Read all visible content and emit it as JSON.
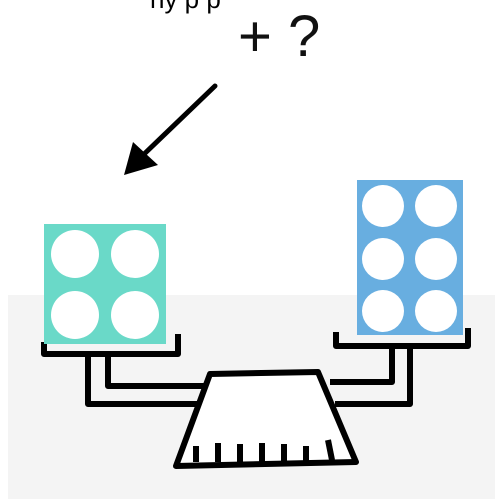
{
  "caption_fragment": "ny     p     p",
  "question_label": "+ ?",
  "colors": {
    "background_panel": "#f4f4f4",
    "left_block": "#6ad9c8",
    "right_block": "#68aee0",
    "dot": "#ffffff",
    "stroke": "#000000"
  },
  "left_pan": {
    "dot_count": 4,
    "rows": 2,
    "cols": 2
  },
  "right_pan": {
    "dot_count": 6,
    "rows": 3,
    "cols": 2
  },
  "icons": {
    "arrow": "down-left-arrow",
    "scale": "balance-scale-icon"
  }
}
